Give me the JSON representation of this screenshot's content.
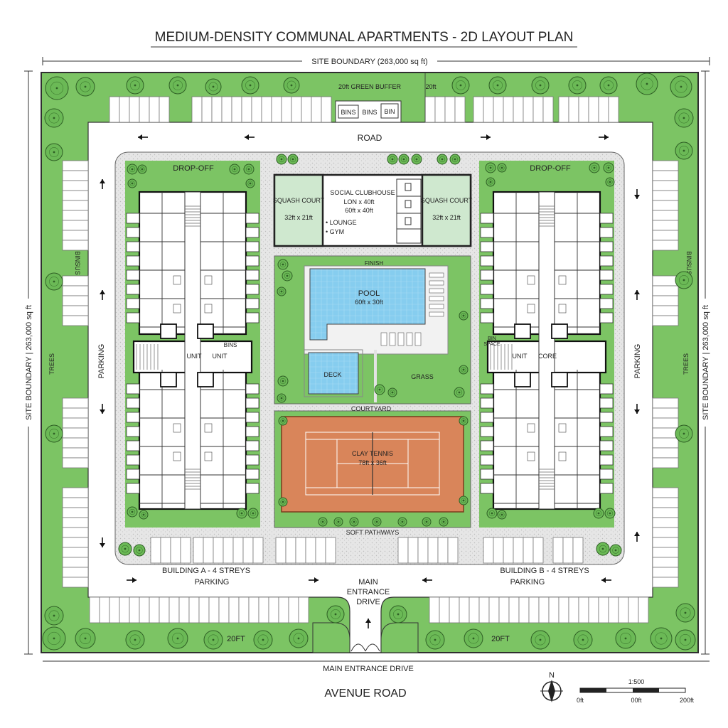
{
  "title": "MEDIUM-DENSITY COMMUNAL APARTMENTS - 2D LAYOUT PLAN",
  "site_boundary_top": "SITE BOUNDARY (263,000 sq ft)",
  "site_boundary_left": "SITE BOUNDARY | 263,000 sq ft",
  "site_boundary_right": "SITE BOUNDARY | 263,000 sq ft",
  "green_buffer": "20ft GREEN BUFFER",
  "buffer_dim_top": "20ft",
  "bins_labels": [
    "BINS",
    "BINS",
    "BIN"
  ],
  "road": "ROAD",
  "drop_off_left": "DROP-OFF",
  "drop_off_right": "DROP-OFF",
  "squash_left": {
    "name": "SQUASH COURT",
    "size": "32ft x 21ft"
  },
  "squash_right": {
    "name": "SQUASH COURT",
    "size": "32ft x 21ft"
  },
  "clubhouse": {
    "name": "SOCIAL CLUBHOUSE",
    "size1": "LON x 40ft",
    "size2": "60ft x 40ft",
    "item1": "• LOUNGE",
    "item2": "• GYM"
  },
  "finish": "FINISH",
  "pool": {
    "name": "POOL",
    "size": "60ft x 30ft"
  },
  "deck": "DECK",
  "grass": "GRASS",
  "courtyard": "COURTYARD",
  "tennis": {
    "name": "CLAY TENNIS",
    "size": "78ft x 36ft"
  },
  "soft_pathways": "SOFT PATHWAYS",
  "bins_side_left": "BINSUS",
  "bins_side_right": "BINSUS",
  "trees_left": "TREES",
  "trees_right": "TREES",
  "parking_left": "PARKING",
  "parking_right": "PARKING",
  "unit_left_1": "UNIT",
  "unit_left_2": "UNIT",
  "bins_core_left": "BINS",
  "unit_right": "UNIT",
  "core_right": "CORE",
  "bins_space_right_1": "BIN",
  "bins_space_right_2": "SPACE",
  "building_a": "BUILDING A - 4 STREYS",
  "building_b": "BUILDING B - 4 STREYS",
  "parking_bottom_left": "PARKING",
  "parking_bottom_right": "PARKING",
  "main_entrance_center_1": "MAIN",
  "main_entrance_center_2": "ENTRANCE",
  "main_entrance_center_3": "DRIVE",
  "buffer_left_bottom": "20FT",
  "buffer_right_bottom": "20FT",
  "main_entrance_bottom": "MAIN ENTRANCE DRIVE",
  "avenue_road": "AVENUE ROAD",
  "north": "N",
  "scale": {
    "ratio": "1:500",
    "t0": "0ft",
    "t1": "00ft",
    "t2": "200ft"
  },
  "colors": {
    "grass": "#7cc464",
    "grass_dark": "#4f9a3e",
    "pool": "#7ec8ec",
    "tennis": "#d9855a",
    "squash": "#cfe8cf",
    "road": "#ffffff",
    "path": "#e3e3e3"
  }
}
